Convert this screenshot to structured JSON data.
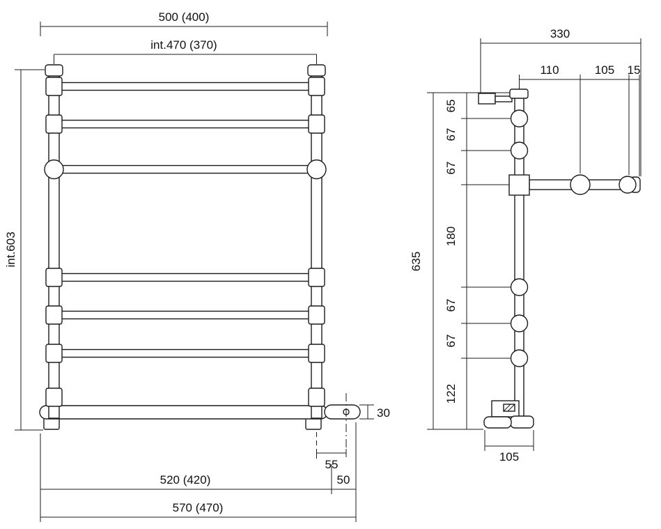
{
  "front": {
    "top_width": "500 (400)",
    "inner_width": "int.470 (370)",
    "height": "int.603",
    "valve_offset": "55",
    "valve_height": "30",
    "base_width": "520 (420)",
    "valve_extent": "50",
    "overall_width": "570 (470)"
  },
  "side": {
    "depth": "330",
    "arm_a": "110",
    "arm_b": "105",
    "arm_c": "15",
    "seg1": "65",
    "seg2": "67",
    "seg3": "67",
    "seg4": "180",
    "seg5": "67",
    "seg6": "67",
    "seg7": "122",
    "height": "635",
    "valve_width": "105"
  }
}
